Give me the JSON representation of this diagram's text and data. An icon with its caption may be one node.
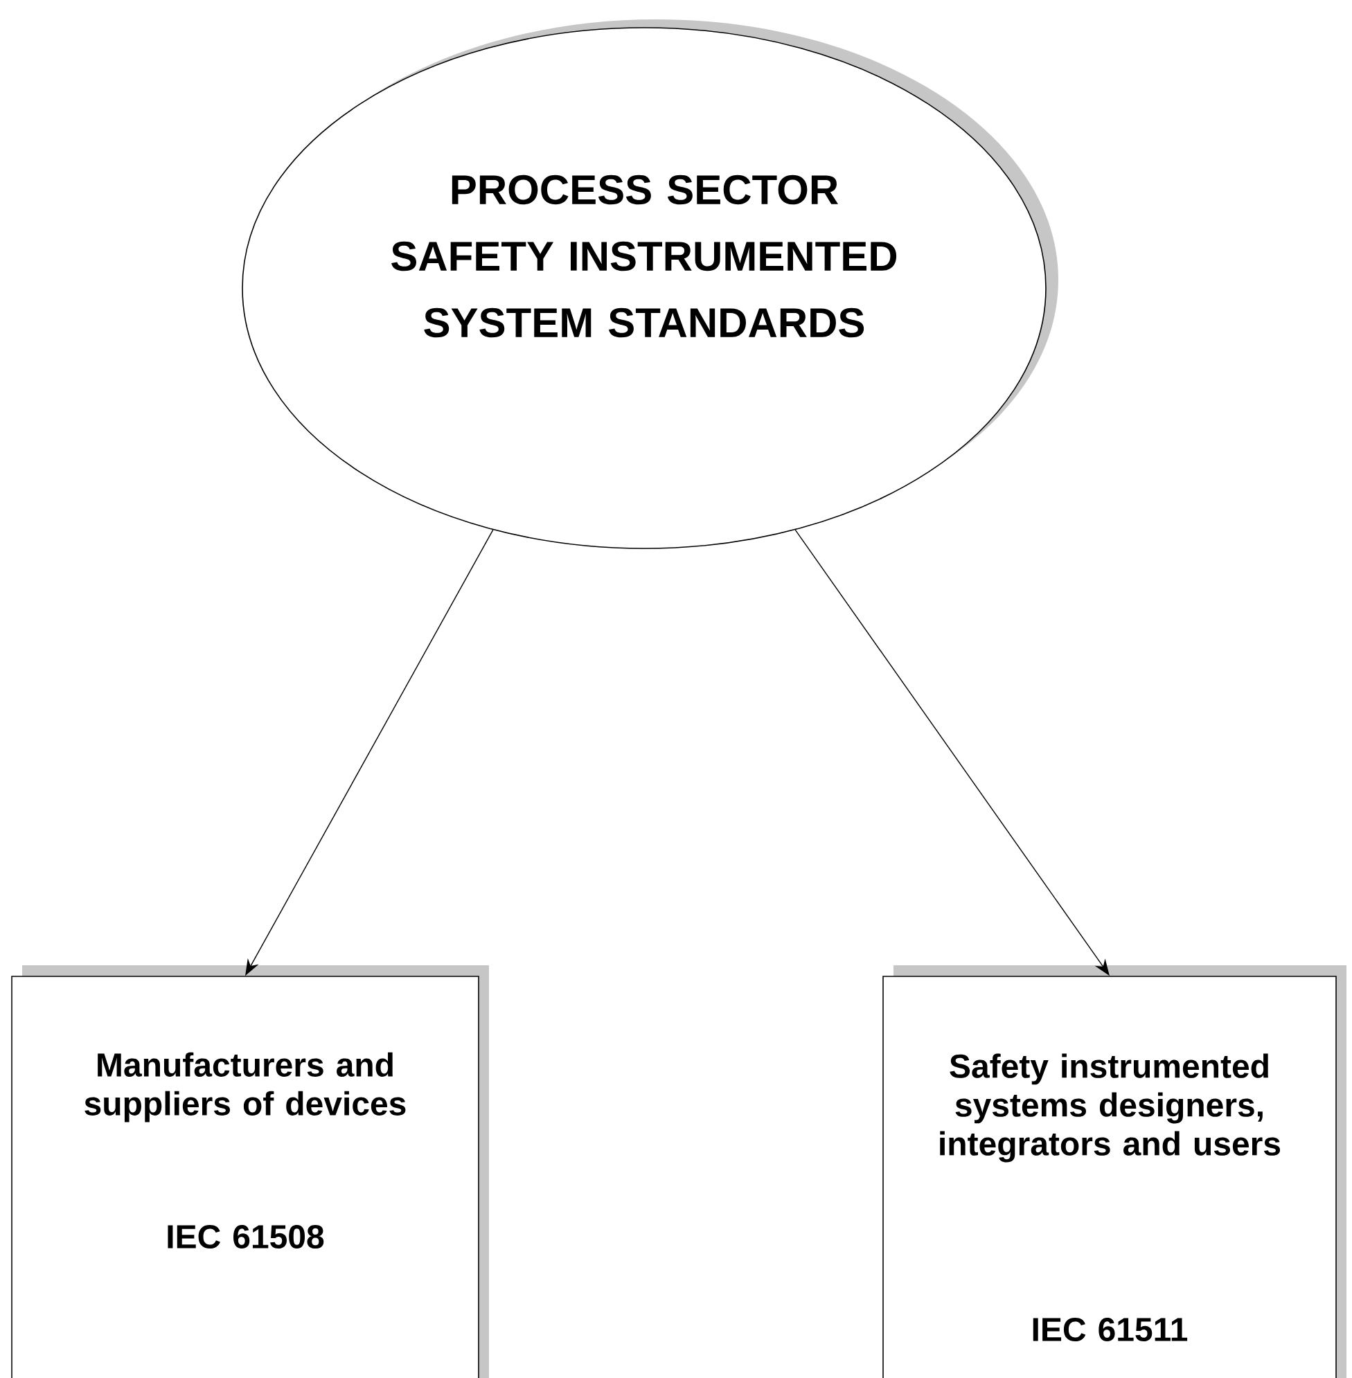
{
  "diagram": {
    "nodes": [
      {
        "text": [
          "PROCESS SECTOR SAFETY INSTRUMENTED SYSTEM STANDARDS"
        ]
      },
      {
        "text": [
          "Manufacturers and suppliers of devices",
          "IEC 61508"
        ]
      },
      {
        "text": [
          "Safety instrumented systems designers, integrators and users",
          "IEC 61511"
        ]
      }
    ],
    "edges": [
      {
        "from": 0,
        "to": 1,
        "arrow": "to"
      },
      {
        "from": 0,
        "to": 2,
        "arrow": "to"
      }
    ]
  }
}
